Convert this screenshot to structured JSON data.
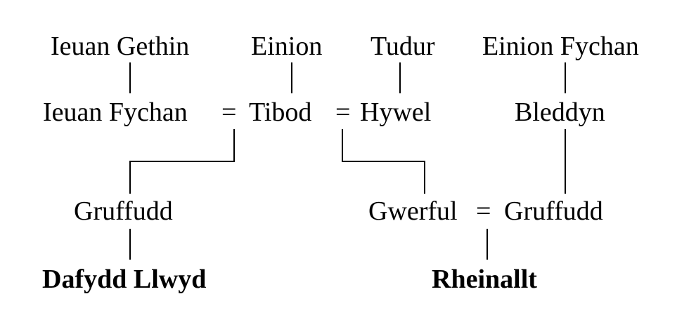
{
  "row1": {
    "ieuan_gethin": "Ieuan Gethin",
    "einion": "Einion",
    "tudur": "Tudur",
    "einion_fychan": "Einion Fychan"
  },
  "row2": {
    "ieuan_fychan": "Ieuan Fychan",
    "marriage_1": "=",
    "tibod": "Tibod",
    "marriage_2": "=",
    "hywel": "Hywel",
    "bleddyn": "Bleddyn"
  },
  "row3": {
    "gruffudd_left": "Gruffudd",
    "gwerful": "Gwerful",
    "marriage_3": "=",
    "gruffudd_right": "Gruffudd"
  },
  "row4": {
    "dafydd_llwyd": "Dafydd Llwyd",
    "rheinallt": "Rheinallt"
  }
}
